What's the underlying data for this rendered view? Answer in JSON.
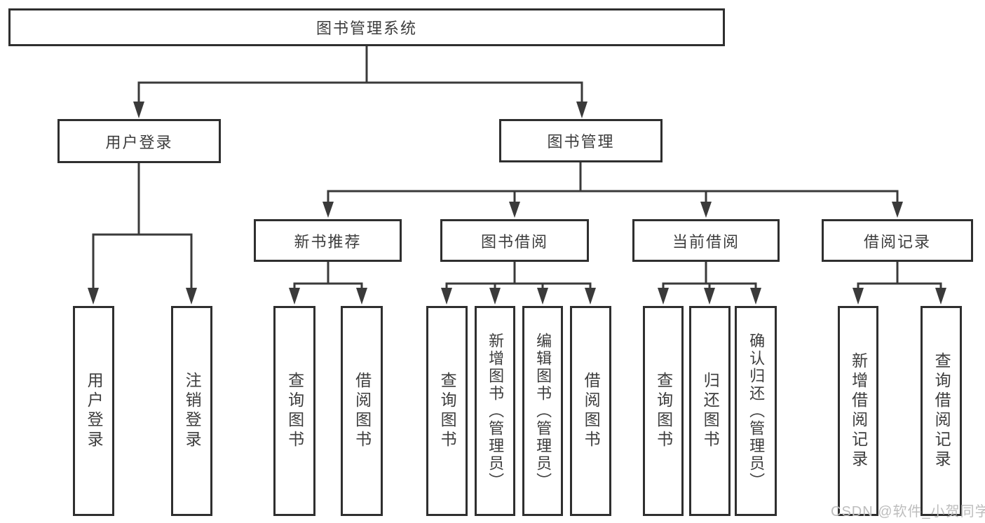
{
  "diagram_title": "图书管理系统",
  "tree": {
    "root": {
      "label": "图书管理系统",
      "children": [
        {
          "label": "用户登录",
          "children": [
            {
              "label": "用户登录"
            },
            {
              "label": "注销登录"
            }
          ]
        },
        {
          "label": "图书管理",
          "children": [
            {
              "label": "新书推荐",
              "children": [
                {
                  "label": "查询图书"
                },
                {
                  "label": "借阅图书"
                }
              ]
            },
            {
              "label": "图书借阅",
              "children": [
                {
                  "label": "查询图书"
                },
                {
                  "label": "新增图书（管理员）"
                },
                {
                  "label": "编辑图书（管理员）"
                },
                {
                  "label": "借阅图书"
                }
              ]
            },
            {
              "label": "当前借阅",
              "children": [
                {
                  "label": "查询图书"
                },
                {
                  "label": "归还图书"
                },
                {
                  "label": "确认归还（管理员）"
                }
              ]
            },
            {
              "label": "借阅记录",
              "children": [
                {
                  "label": "新增借阅记录"
                },
                {
                  "label": "查询借阅记录"
                }
              ]
            }
          ]
        }
      ]
    }
  },
  "watermark": {
    "text": "CSDN @软件_小贺同学"
  },
  "colors": {
    "line": "#3a3a3a",
    "box_border": "#2f2f2f",
    "text": "#3d3d3d",
    "watermark": "#bdbdbd",
    "background": "#ffffff"
  }
}
